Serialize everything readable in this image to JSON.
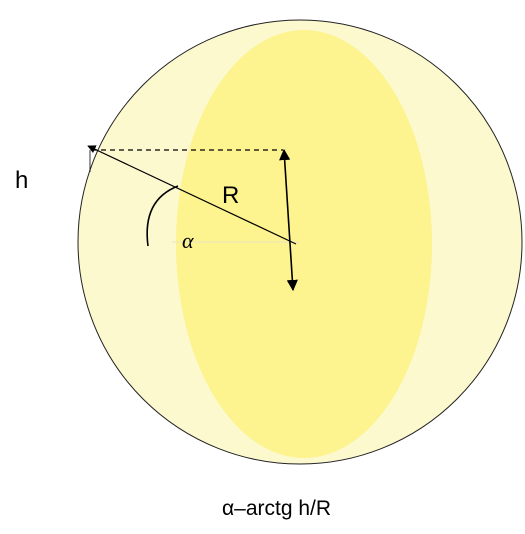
{
  "labels": {
    "h": "h",
    "R": "R",
    "alpha": "α",
    "formula": "α–arctg h/R"
  },
  "colors": {
    "sphere_fill": "#fdf9cf",
    "section_fill": "#fdf38f",
    "outline": "#222222",
    "line": "#000000"
  }
}
